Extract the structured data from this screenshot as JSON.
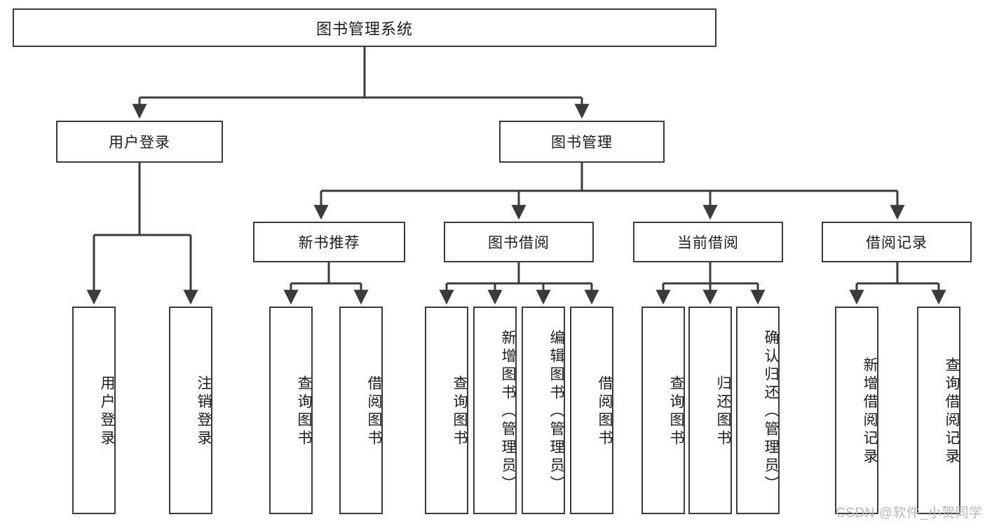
{
  "diagram": {
    "title": "图书管理系统",
    "type": "tree",
    "orientation": "top-down",
    "colors": {
      "stroke": "#3b3b3b",
      "fill": "#ffffff",
      "text": "#1c1c1c",
      "background": "#ffffff",
      "watermark": "#b9b9b9"
    },
    "nodes": {
      "root": {
        "label": "图书管理系统"
      },
      "level2": [
        {
          "label": "用户登录"
        },
        {
          "label": "图书管理"
        }
      ],
      "level3": [
        {
          "label": "新书推荐"
        },
        {
          "label": "图书借阅"
        },
        {
          "label": "当前借阅"
        },
        {
          "label": "借阅记录"
        }
      ],
      "leaves_user_login": [
        {
          "label": "用户登录"
        },
        {
          "label": "注销登录"
        }
      ],
      "leaves_new_book": [
        {
          "label": "查询图书"
        },
        {
          "label": "借阅图书"
        }
      ],
      "leaves_borrow": [
        {
          "label": "查询图书"
        },
        {
          "label": "新增图书（管理员）"
        },
        {
          "label": "编辑图书（管理员）"
        },
        {
          "label": "借阅图书"
        }
      ],
      "leaves_current": [
        {
          "label": "查询图书"
        },
        {
          "label": "归还图书"
        },
        {
          "label": "确认归还（管理员）"
        }
      ],
      "leaves_record": [
        {
          "label": "新增借阅记录"
        },
        {
          "label": "查询借阅记录"
        }
      ]
    }
  },
  "watermark": {
    "text": "CSDN @软件_小贺同学"
  }
}
